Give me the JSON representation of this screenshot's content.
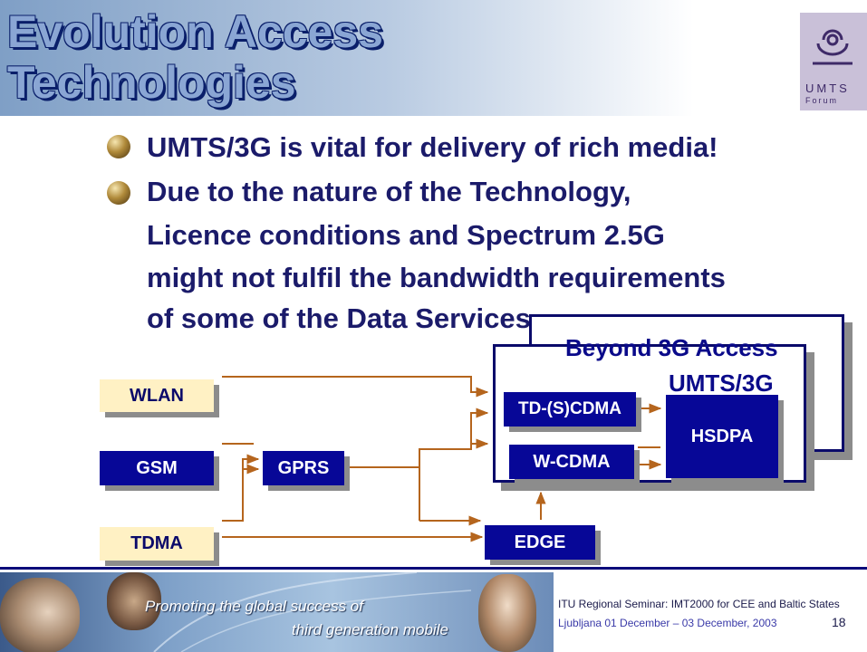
{
  "title": {
    "line1": "Evolution Access",
    "line2": "Technologies"
  },
  "logo": {
    "text_line1": "UMTS",
    "text_line2": "Forum"
  },
  "bullets": [
    {
      "lines": [
        "UMTS/3G is vital for delivery of rich media!"
      ]
    },
    {
      "lines": [
        "Due to the nature of the Technology,",
        "Licence conditions and Spectrum 2.5G",
        "might not fulfil the bandwidth requirements",
        "of some of  the Data Services"
      ]
    }
  ],
  "diagram": {
    "containers": {
      "beyond": "Beyond 3G Access",
      "umts": "UMTS/3G"
    },
    "nodes": {
      "wlan": "WLAN",
      "gsm": "GSM",
      "gprs": "GPRS",
      "tdma": "TDMA",
      "edge": "EDGE",
      "tdscdma": "TD-(S)CDMA",
      "wcdma": "W-CDMA",
      "hsdpa": "HSDPA"
    },
    "colors": {
      "navy": "#070797",
      "beige": "#fff1c4",
      "connector": "#b5651d"
    }
  },
  "banner": {
    "line1": "Promoting the global success of",
    "line2": "third generation mobile"
  },
  "footer": {
    "line1": "ITU Regional Seminar: IMT2000 for CEE and Baltic States",
    "line2": "Ljubljana 01 December – 03 December, 2003",
    "page_number": "18"
  }
}
